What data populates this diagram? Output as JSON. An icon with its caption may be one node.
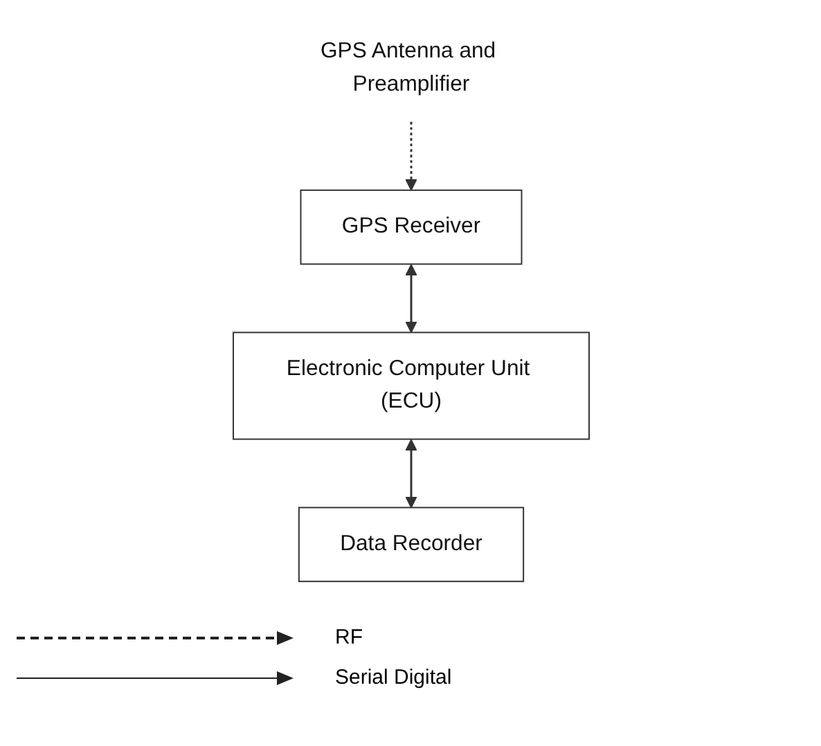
{
  "diagram": {
    "nodes": [
      {
        "text": [
          "GPS Antenna and Preamplifier"
        ]
      },
      {
        "text": [
          "GPS Receiver"
        ]
      },
      {
        "text": [
          "Electronic Computer Unit (ECU)"
        ]
      },
      {
        "text": [
          "Data Recorder"
        ]
      }
    ],
    "edges": [
      {
        "from": 0,
        "to": 1,
        "arrow": "to",
        "style": "dashed"
      },
      {
        "from": 1,
        "to": 2,
        "arrow": "both"
      },
      {
        "from": 2,
        "to": 3,
        "arrow": "both"
      }
    ],
    "legend": [
      {
        "text": "RF"
      },
      {
        "text": "Serial Digital"
      }
    ]
  }
}
